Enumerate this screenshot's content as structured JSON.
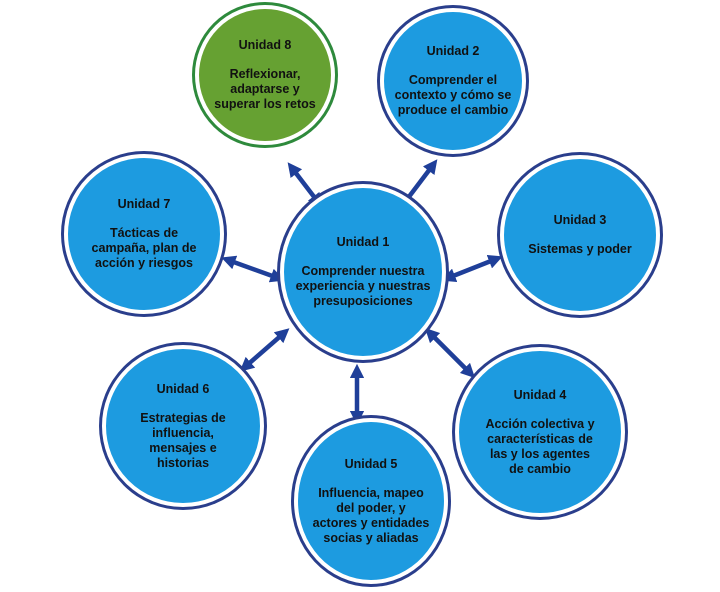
{
  "nodes": {
    "u1": {
      "title": "Unidad 1",
      "lines": [
        "Comprender nuestra",
        "experiencia y nuestras",
        "presuposiciones"
      ]
    },
    "u2": {
      "title": "Unidad 2",
      "lines": [
        "Comprender el",
        "contexto y cómo se",
        "produce el cambio"
      ]
    },
    "u3": {
      "title": "Unidad 3",
      "lines": [
        "Sistemas y poder"
      ]
    },
    "u4": {
      "title": "Unidad 4",
      "lines": [
        "Acción colectiva y",
        "características de",
        "las y los agentes",
        "de cambio"
      ]
    },
    "u5": {
      "title": "Unidad 5",
      "lines": [
        "Influencia, mapeo",
        "del poder, y",
        "actores y entidades",
        "socias y aliadas"
      ]
    },
    "u6": {
      "title": "Unidad 6",
      "lines": [
        "Estrategias de",
        "influencia,",
        "mensajes e",
        "historias"
      ]
    },
    "u7": {
      "title": "Unidad 7",
      "lines": [
        "Tácticas de",
        "campaña, plan de",
        "acción y riesgos"
      ]
    },
    "u8": {
      "title": "Unidad 8",
      "lines": [
        "Reflexionar,",
        "adaptarse y",
        "superar los retos"
      ]
    }
  },
  "colors": {
    "blue_fill": "#1d9be0",
    "green_fill": "#66a132",
    "ring_blue": "#2a3e8c",
    "ring_green": "#2e8a3c",
    "arrow": "#1f3f99"
  }
}
